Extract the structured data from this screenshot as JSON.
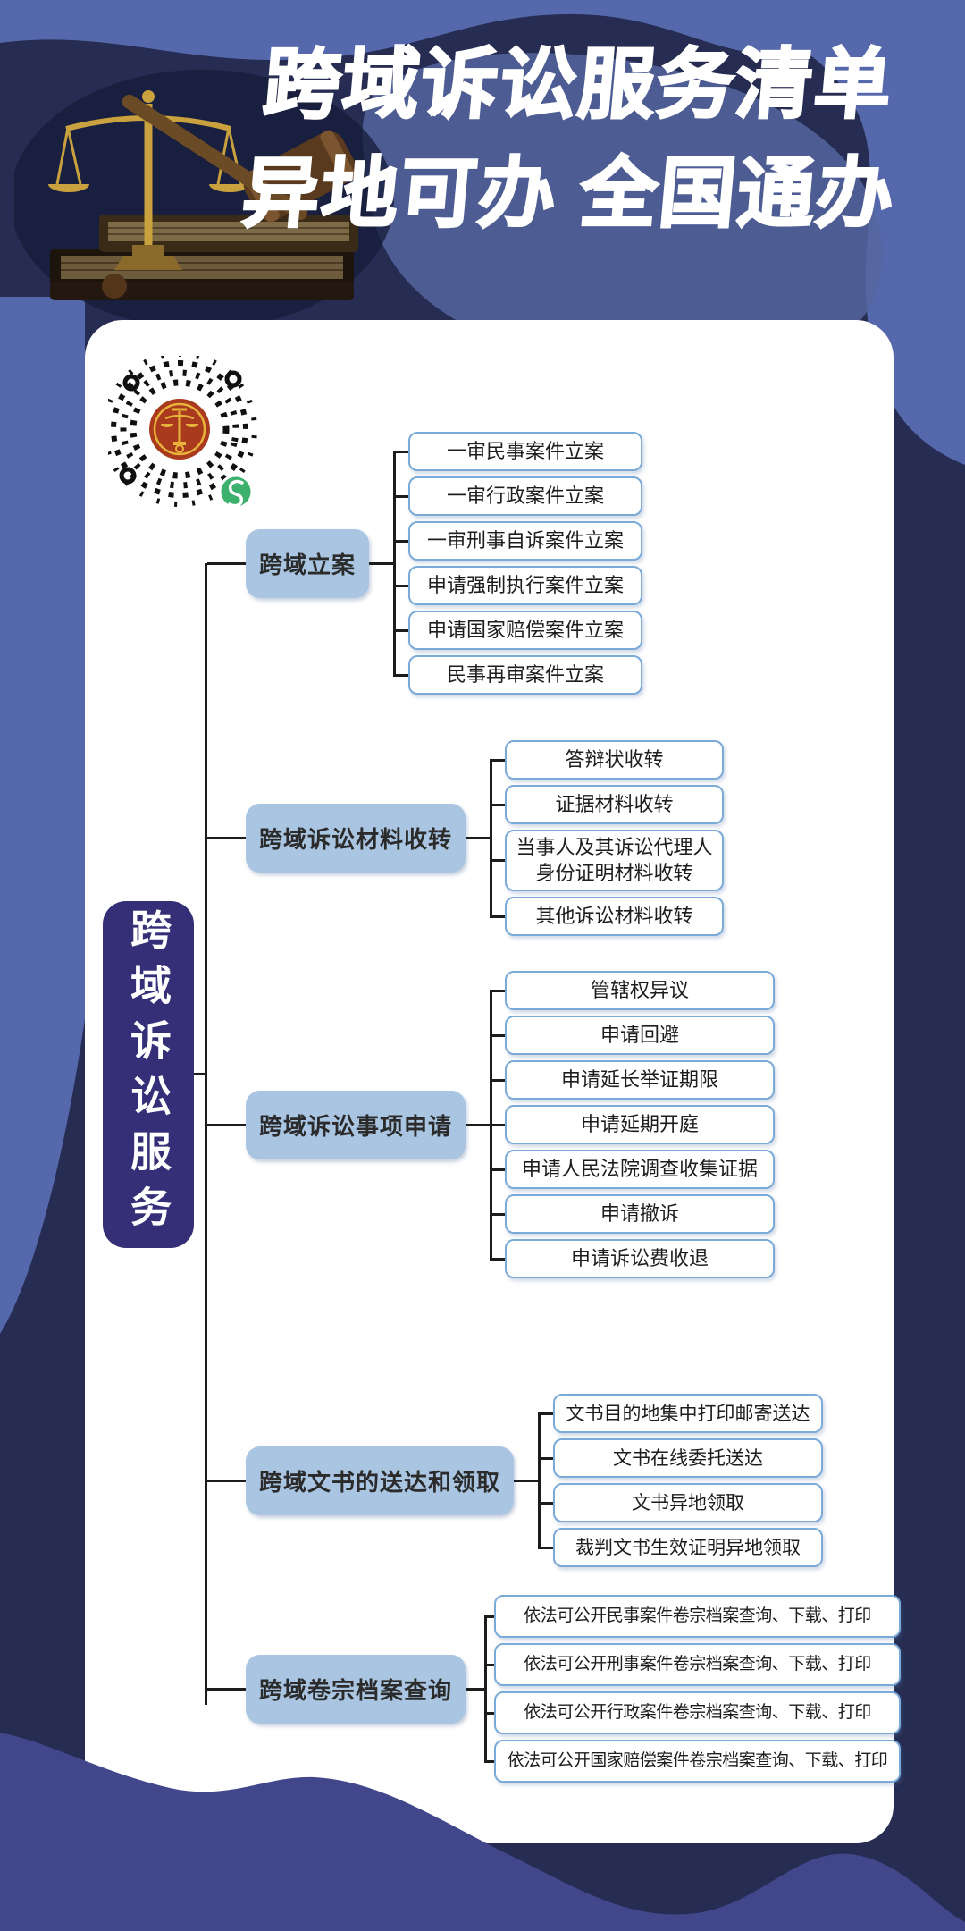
{
  "header": {
    "title_line1": "跨域诉讼服务清单",
    "title_line2": "异地可办 全国通办",
    "decor_icons": [
      "scales-of-justice-icon",
      "gavel-icon",
      "law-books-icon"
    ],
    "qr_icons": [
      "court-emblem-icon",
      "miniprogram-s-logo-icon"
    ]
  },
  "mindmap": {
    "root": "跨域诉讼服务",
    "branches": [
      {
        "label": "跨域立案",
        "children": [
          "一审民事案件立案",
          "一审行政案件立案",
          "一审刑事自诉案件立案",
          "申请强制执行案件立案",
          "申请国家赔偿案件立案",
          "民事再审案件立案"
        ]
      },
      {
        "label": "跨域诉讼材料收转",
        "children": [
          "答辩状收转",
          "证据材料收转",
          "当事人及其诉讼代理人身份证明材料收转",
          "其他诉讼材料收转"
        ]
      },
      {
        "label": "跨域诉讼事项申请",
        "children": [
          "管辖权异议",
          "申请回避",
          "申请延长举证期限",
          "申请延期开庭",
          "申请人民法院调查收集证据",
          "申请撤诉",
          "申请诉讼费收退"
        ]
      },
      {
        "label": "跨域文书的送达和领取",
        "children": [
          "文书目的地集中打印邮寄送达",
          "文书在线委托送达",
          "文书异地领取",
          "裁判文书生效证明异地领取"
        ]
      },
      {
        "label": "跨域卷宗档案查询",
        "children": [
          "依法可公开民事案件卷宗档案查询、下载、打印",
          "依法可公开刑事案件卷宗档案查询、下载、打印",
          "依法可公开行政案件卷宗档案查询、下载、打印",
          "依法可公开国家赔偿案件卷宗档案查询、下载、打印"
        ]
      }
    ]
  },
  "colors": {
    "background_light_blue": "#5668ac",
    "background_navy": "#262c52",
    "header_medium_blob": "#55669f",
    "bottom_wave_indigo": "#42478c",
    "card_white": "#ffffff",
    "root_purple": "#352f78",
    "branch_fill": "#a9c5e2",
    "leaf_border": "#7aaad8",
    "connector_line": "#1c1c1c",
    "title_text": "#ffffff",
    "qr_emblem_red": "#a93a1e",
    "qr_gold": "#e8b33a",
    "miniprogram_green": "#3cb06d"
  }
}
